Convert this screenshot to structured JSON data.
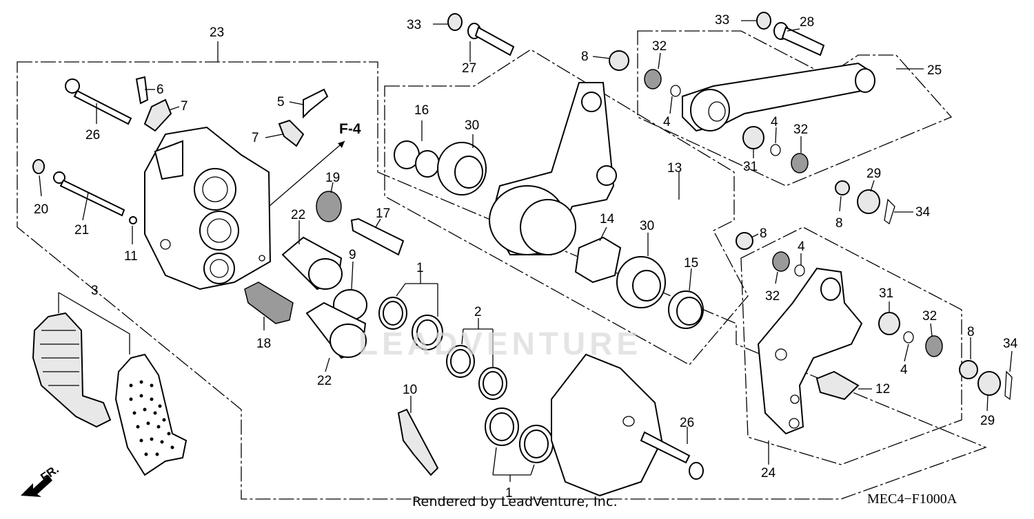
{
  "diagram": {
    "labels": {
      "n1a": "1",
      "n1b": "1",
      "n2": "2",
      "n3": "3",
      "n4a": "4",
      "n4b": "4",
      "n4c": "4",
      "n4d": "4",
      "n5": "5",
      "n6": "6",
      "n7a": "7",
      "n7b": "7",
      "n8a": "8",
      "n8b": "8",
      "n8c": "8",
      "n8d": "8",
      "n9": "9",
      "n10": "10",
      "n11": "11",
      "n12": "12",
      "n13": "13",
      "n14": "14",
      "n15": "15",
      "n16": "16",
      "n17": "17",
      "n18": "18",
      "n19": "19",
      "n20": "20",
      "n21": "21",
      "n22a": "22",
      "n22b": "22",
      "n23": "23",
      "n24": "24",
      "n25": "25",
      "n26a": "26",
      "n26b": "26",
      "n27": "27",
      "n28": "28",
      "n29a": "29",
      "n29b": "29",
      "n30a": "30",
      "n30b": "30",
      "n31a": "31",
      "n31b": "31",
      "n32a": "32",
      "n32b": "32",
      "n32c": "32",
      "n32d": "32",
      "n33a": "33",
      "n33b": "33",
      "n34a": "34",
      "n34b": "34"
    },
    "ref_label": "F-4",
    "front_label": "FR.",
    "watermark": "LEADVENTURE",
    "footer_text": "Rendered by LeadVenture, Inc.",
    "diagram_code": "MEC4−F1000A"
  }
}
